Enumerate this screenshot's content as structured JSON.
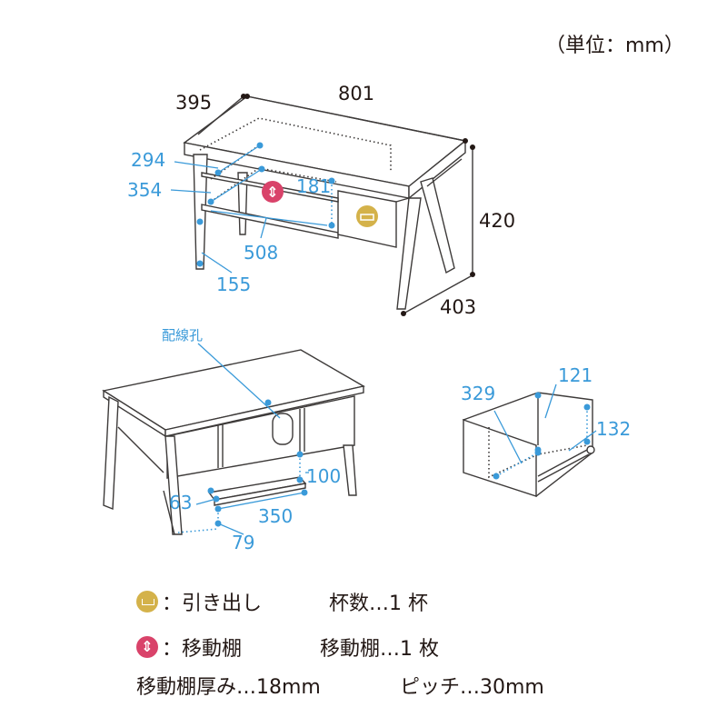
{
  "unit_label": "（単位：mm）",
  "view_front": {
    "width": "801",
    "depth": "395",
    "height": "420",
    "leg_spread": "403",
    "inner_depth_upper": "294",
    "inner_depth_lower": "354",
    "shelf_height": "181",
    "inner_width": "508",
    "leg_clearance": "155"
  },
  "view_back": {
    "cable_hole_label": "配線孔",
    "tray_height": "100",
    "tray_depth": "63",
    "tray_width": "350",
    "tray_clearance": "79"
  },
  "view_drawer": {
    "drawer_depth": "329",
    "drawer_height_inner": "121",
    "drawer_height": "132"
  },
  "legend": {
    "drawer_label": "：引き出し",
    "drawer_count": "杯数…1 杯",
    "shelf_label": "：移動棚",
    "shelf_count": "移動棚…1 枚",
    "shelf_thickness": "移動棚厚み…18mm",
    "pitch": "ピッチ…30mm"
  },
  "colors": {
    "dimension_blue": "#3a9ad9",
    "drawer_badge": "#d4b24a",
    "shelf_badge": "#d9436a",
    "outline": "#3d3a39"
  },
  "icons": {
    "drawer": "drawer-badge-icon",
    "shelf": "movable-shelf-badge-icon"
  }
}
